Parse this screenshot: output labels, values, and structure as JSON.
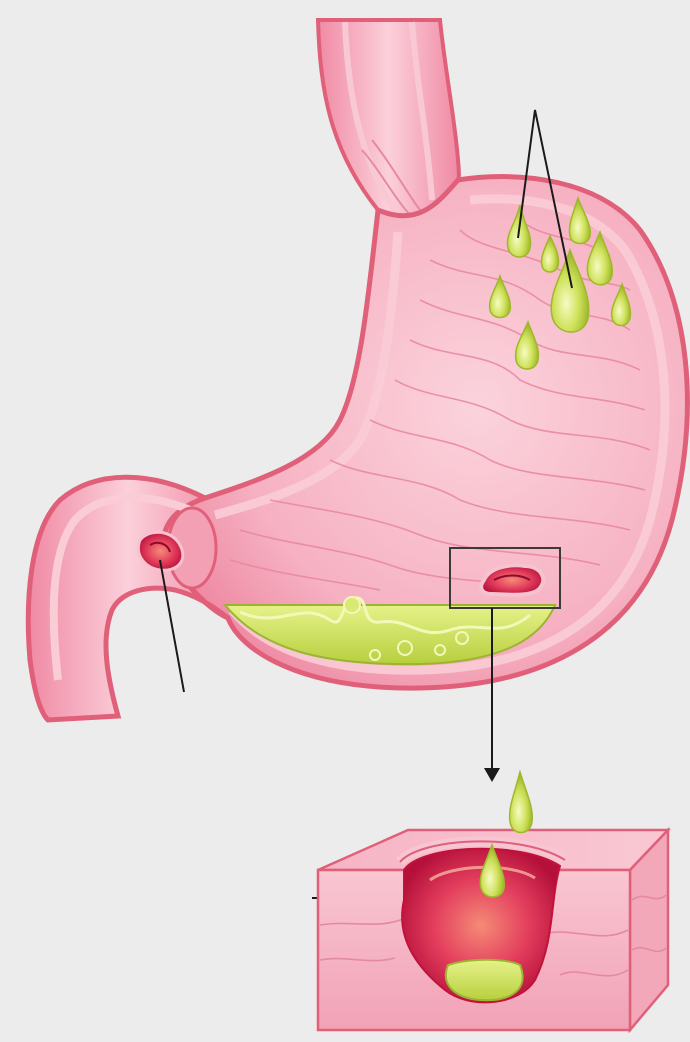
{
  "diagram": {
    "subject": "stomach-ulcer-illustration",
    "colors": {
      "background": "#ececec",
      "tissue_outline": "#e0607a",
      "tissue_fill": "#f4a6b8",
      "tissue_light": "#f9cdd7",
      "wall_band": "#f7b3c3",
      "acid": "#c8dd5a",
      "acid_light": "#eef6a8",
      "ulcer_dark": "#c0123a",
      "ulcer_mid": "#e8405e",
      "ulcer_core": "#f48a73",
      "pointer_line": "#1a1a1a",
      "detail_box_stroke": "#3a3a3a"
    },
    "parts": [
      "esophagus",
      "stomach-body",
      "duodenum",
      "gastric-acid-pool",
      "acid-droplets",
      "duodenal-ulcer",
      "gastric-ulcer",
      "magnified-tissue-block"
    ]
  }
}
